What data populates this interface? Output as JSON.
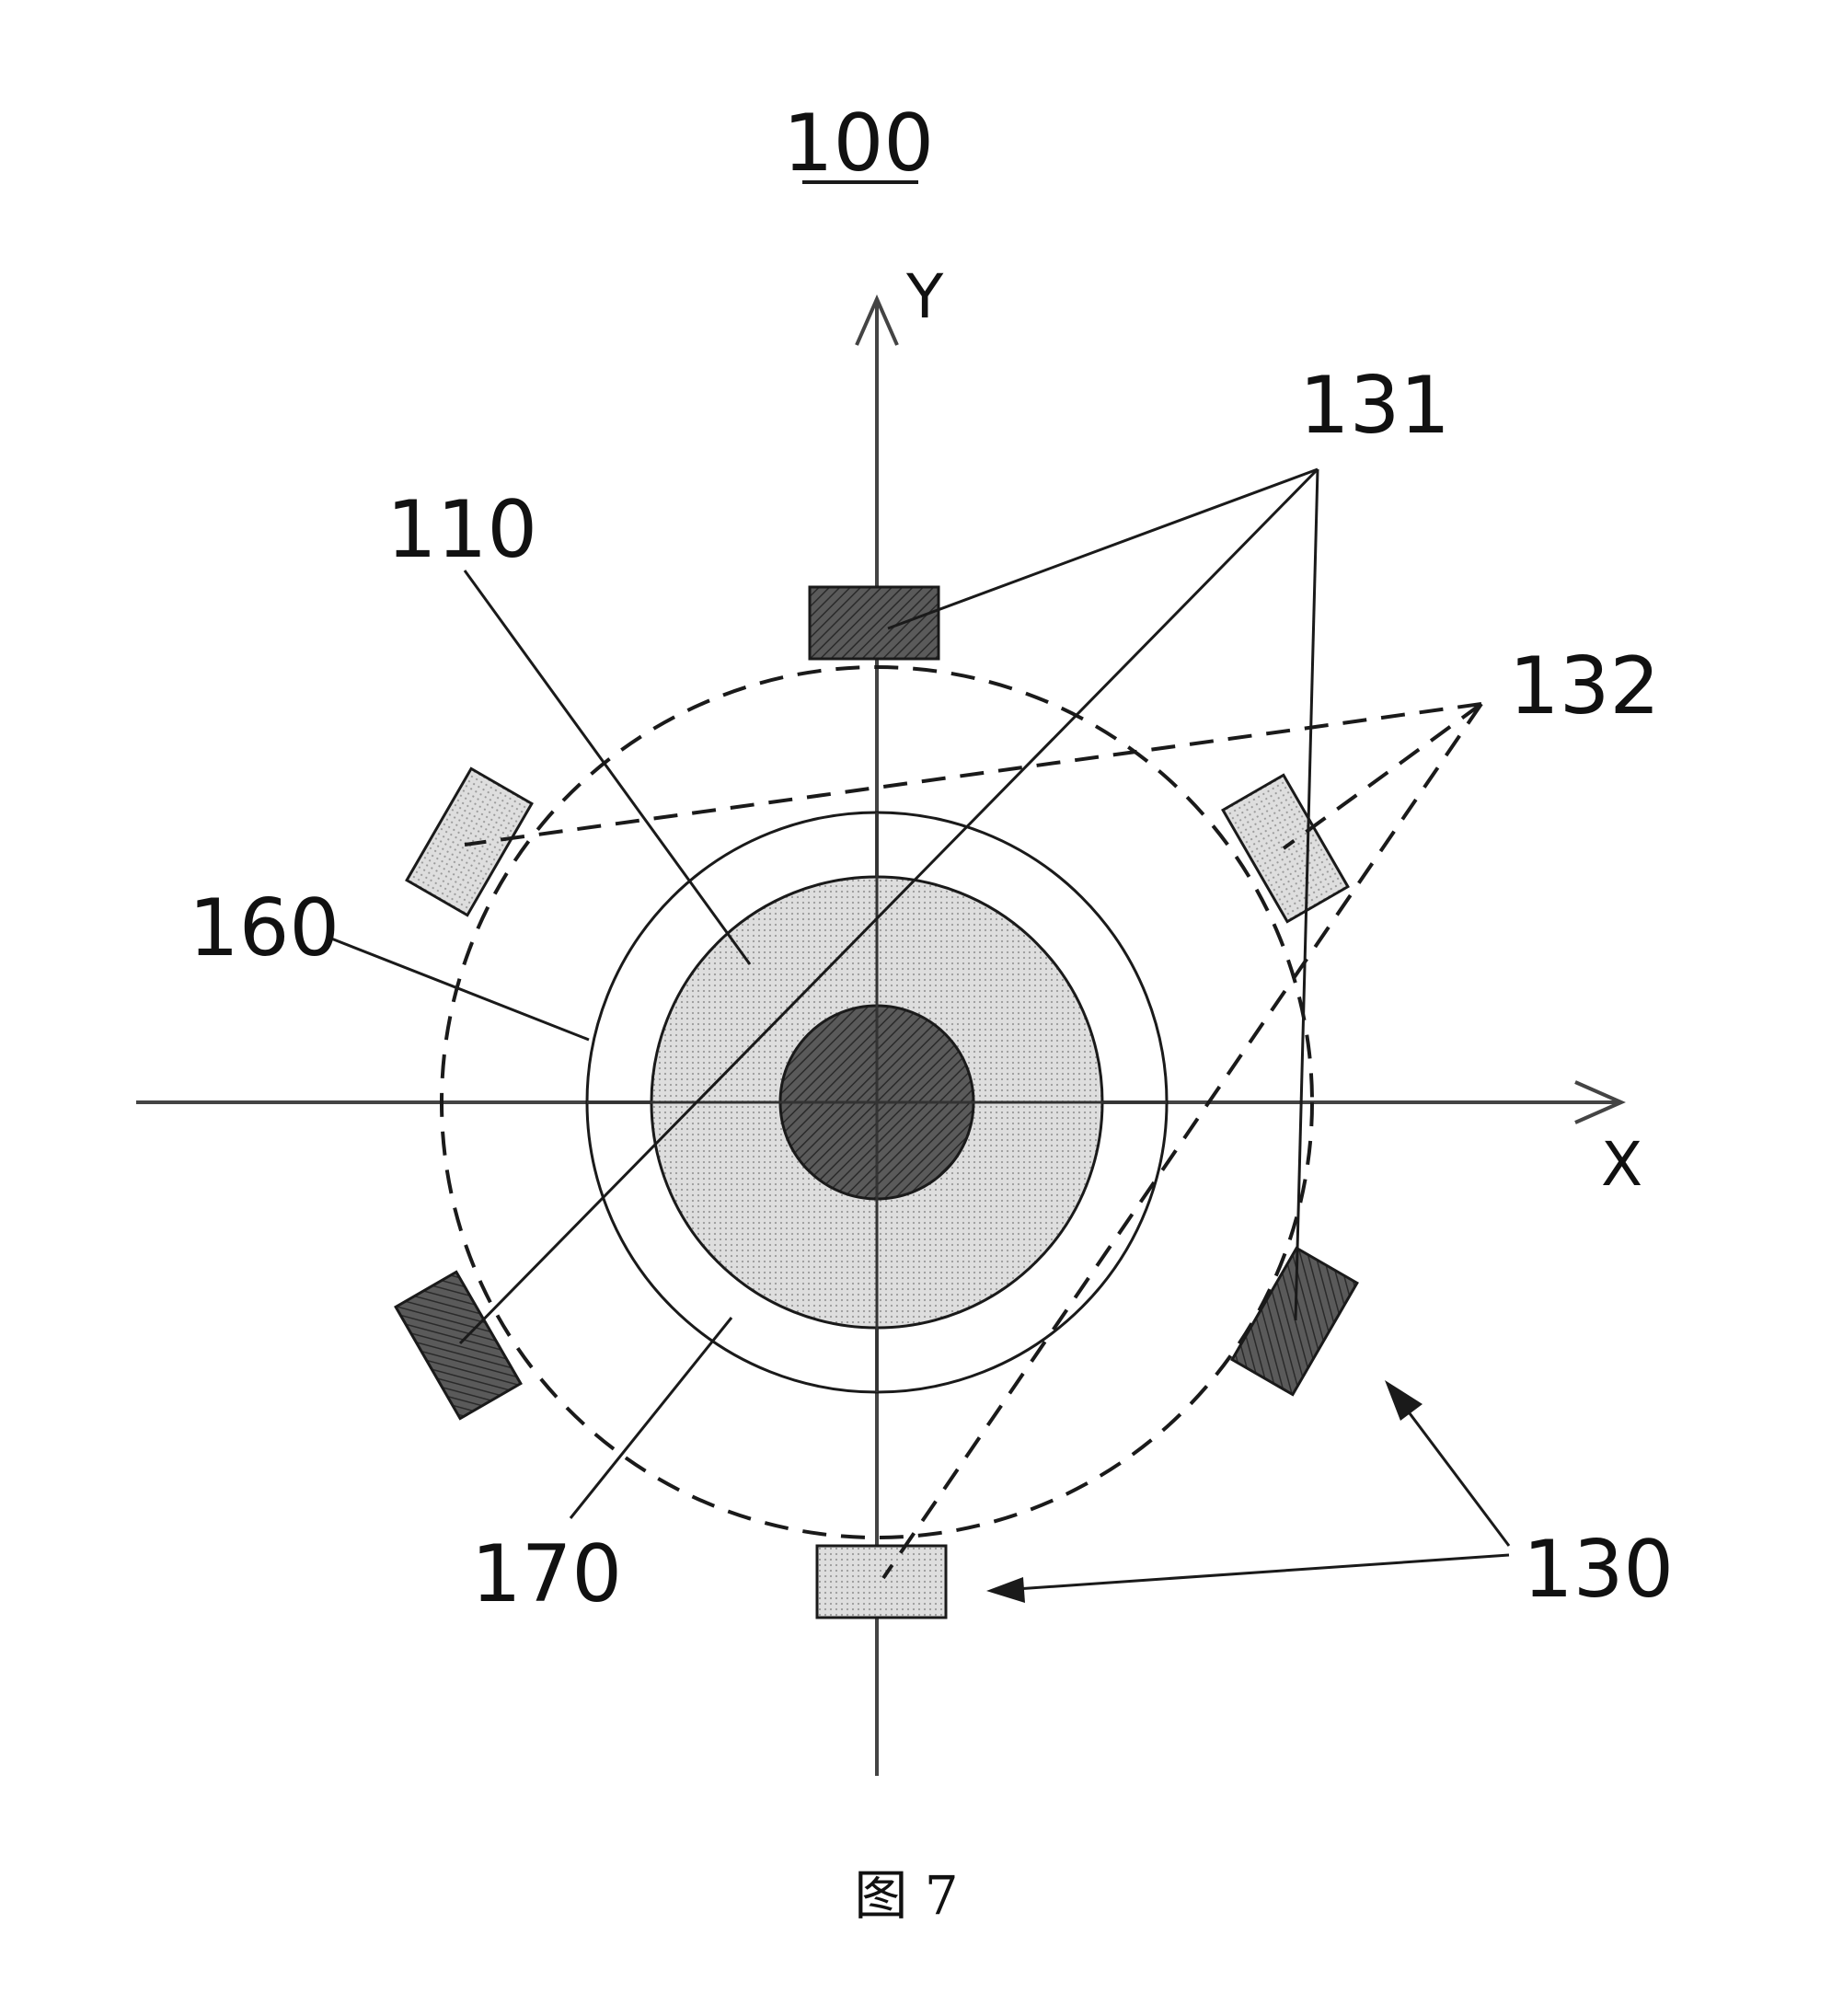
{
  "figure": {
    "number_label": "100",
    "caption": "图 7",
    "axes": {
      "x_label": "X",
      "y_label": "Y"
    },
    "reference_labels": {
      "r110": "110",
      "r131": "131",
      "r132": "132",
      "r160": "160",
      "r170": "170",
      "r130": "130"
    },
    "colors": {
      "line": "#1a1a1a",
      "dark_fill": "#4a4a4a",
      "light_fill": "#d4d4d4",
      "center_fill": "#555555"
    }
  }
}
